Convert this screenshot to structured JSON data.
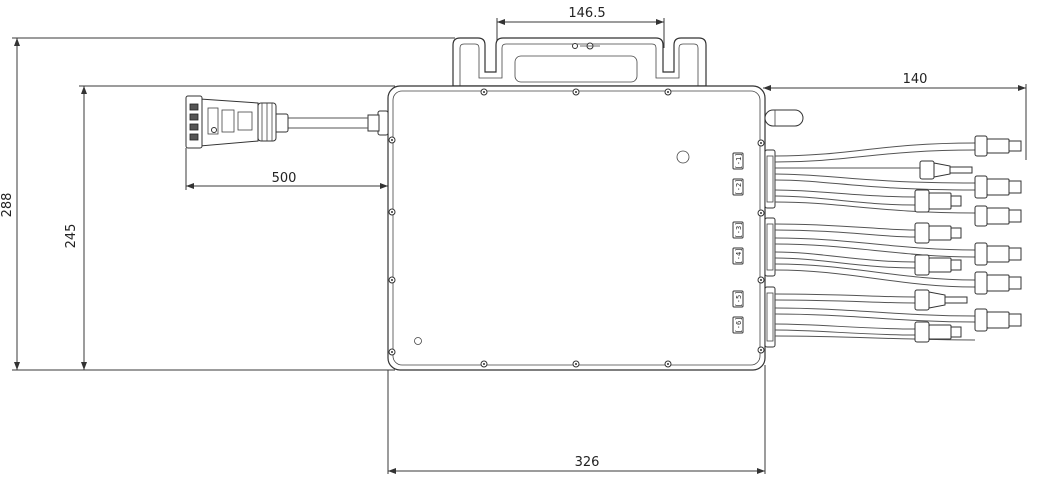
{
  "dimensions": {
    "bracket_width": "146.5",
    "cable_extension": "140",
    "total_height": "288",
    "body_height": "245",
    "ac_cable_length": "500",
    "body_width": "326"
  },
  "port_labels": [
    {
      "text": "[-1]"
    },
    {
      "text": "[-2]"
    },
    {
      "text": "[-3]"
    },
    {
      "text": "[-4]"
    },
    {
      "text": "[-5]"
    },
    {
      "text": "[-6]"
    }
  ]
}
